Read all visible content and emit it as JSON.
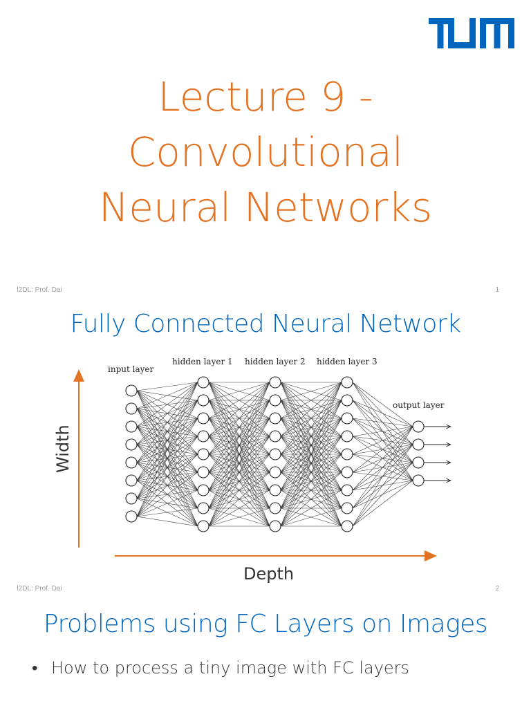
{
  "slide1": {
    "logo": {
      "text": "TUM",
      "color": "#0065bd"
    },
    "title_lines": [
      "Lecture 9 -",
      "Convolutional",
      "Neural Networks"
    ],
    "footer_left": "I2DL: Prof. Dai",
    "page_number": "1",
    "title_color": "#e37222"
  },
  "slide2": {
    "title": "Fully Connected Neural Network",
    "footer_left": "I2DL: Prof. Dai",
    "page_number": "2",
    "diagram": {
      "layer_labels": [
        "input layer",
        "hidden layer 1",
        "hidden layer 2",
        "hidden layer 3",
        "output layer"
      ],
      "axis_y_label": "Width",
      "axis_x_label": "Depth",
      "axis_color": "#e37222"
    }
  },
  "slide3": {
    "title": "Problems using FC Layers on Images",
    "bullets": [
      "How to process a tiny image with FC layers"
    ]
  },
  "colors": {
    "accent_orange": "#e37222",
    "accent_blue": "#0065bd"
  }
}
